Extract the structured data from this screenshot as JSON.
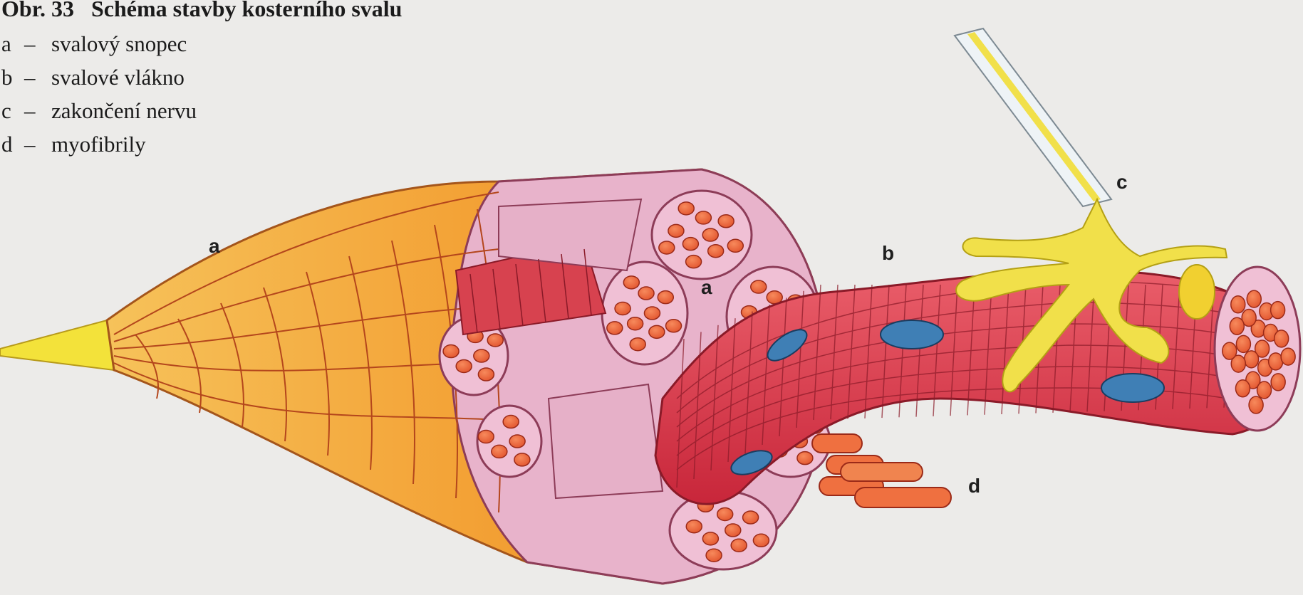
{
  "figure": {
    "number": "Obr. 33",
    "title": "Schéma stavby kosterního svalu"
  },
  "legend": [
    {
      "key": "a",
      "dash": "–",
      "text": "svalový snopec"
    },
    {
      "key": "b",
      "dash": "–",
      "text": "svalové vlákno"
    },
    {
      "key": "c",
      "dash": "–",
      "text": "zakončení nervu"
    },
    {
      "key": "d",
      "dash": "–",
      "text": "myofibrily"
    }
  ],
  "labels": {
    "a_outer": "a",
    "a_inner": "a",
    "b": "b",
    "c": "c",
    "d": "d"
  },
  "colors": {
    "tendon": "#f3e23a",
    "muscle_orange": "#f39a2a",
    "fascia_pink": "#e9b6cf",
    "fiber_red": "#e0414f",
    "myofibril_orange": "#ef6a3f",
    "nerve_yellow": "#f1e04a",
    "nucleus_blue": "#3f7fb5"
  }
}
